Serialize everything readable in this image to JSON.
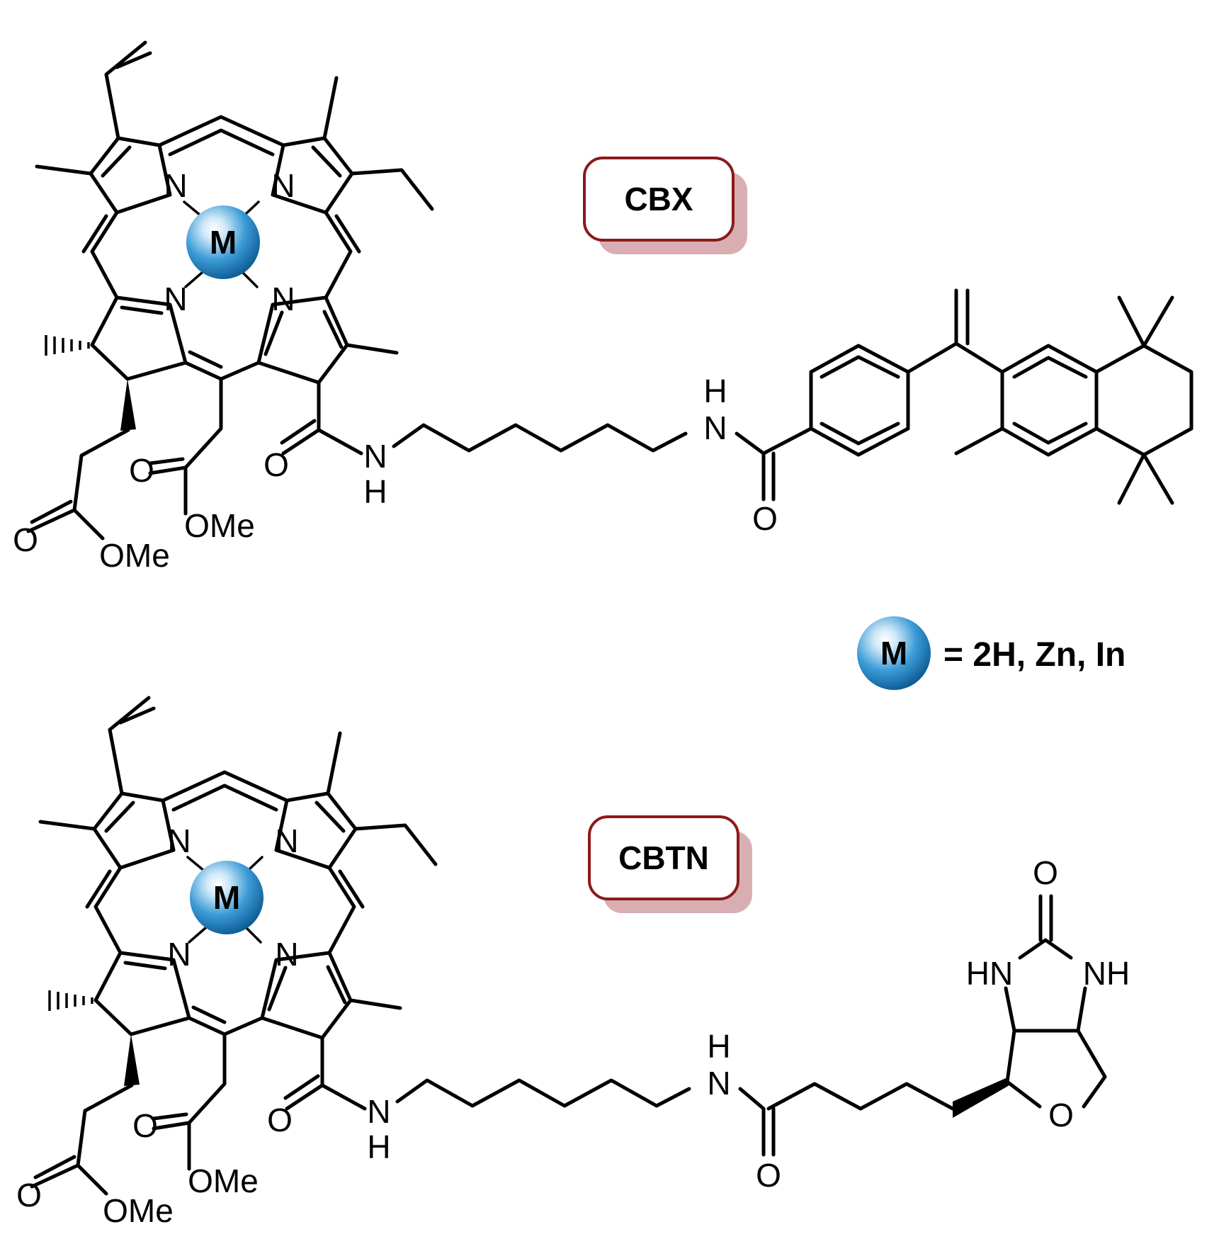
{
  "compounds": [
    {
      "label": "CBX"
    },
    {
      "label": "CBTN"
    }
  ],
  "metal_symbol": "M",
  "legend": {
    "text": "= 2H, Zn, In"
  },
  "atom_labels": {
    "nitrogen": "N",
    "oxygen": "O",
    "hydrogen": "H",
    "methoxy": "OMe",
    "nh": "NH",
    "hn": "HN"
  },
  "colors": {
    "label_border": "#8b1a1a",
    "label_shadow": "#d9aeb2",
    "metal_sphere": "#3c9bd6"
  }
}
